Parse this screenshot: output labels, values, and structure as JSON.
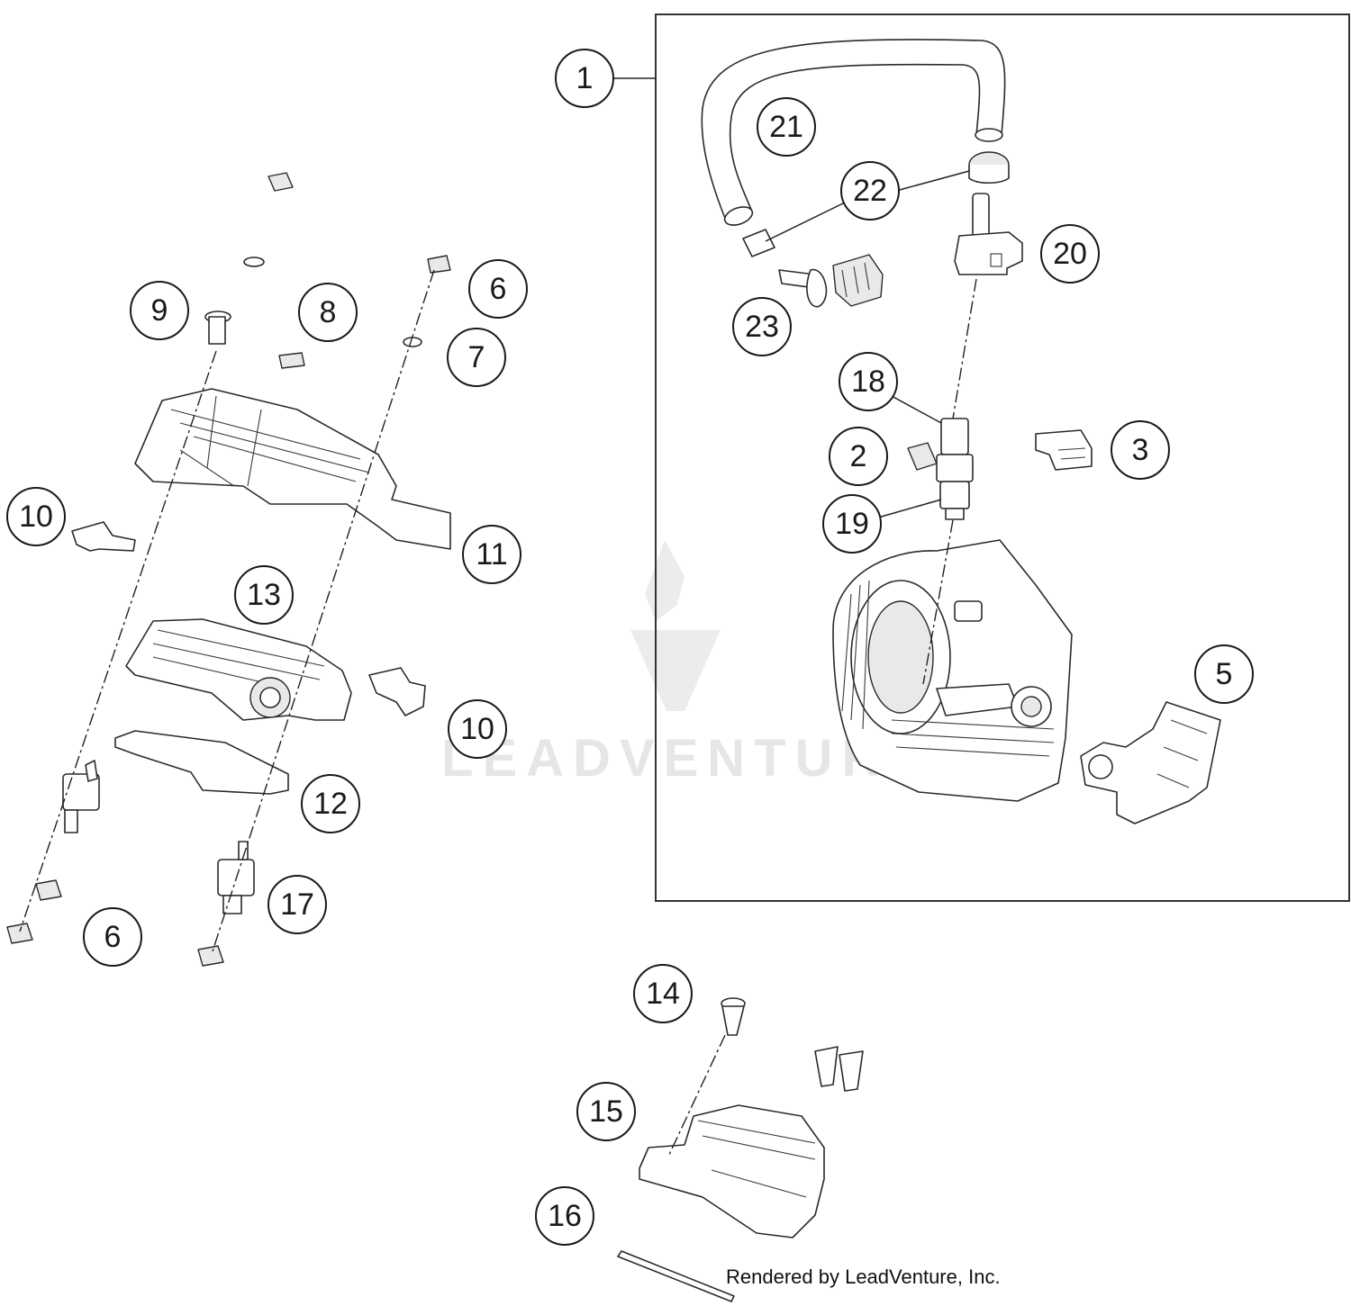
{
  "diagram": {
    "callouts": [
      {
        "id": "c1",
        "label": "1"
      },
      {
        "id": "c21",
        "label": "21"
      },
      {
        "id": "c22",
        "label": "22"
      },
      {
        "id": "c20",
        "label": "20"
      },
      {
        "id": "c23",
        "label": "23"
      },
      {
        "id": "c18",
        "label": "18"
      },
      {
        "id": "c2",
        "label": "2"
      },
      {
        "id": "c3",
        "label": "3"
      },
      {
        "id": "c19",
        "label": "19"
      },
      {
        "id": "c5",
        "label": "5"
      },
      {
        "id": "c9",
        "label": "9"
      },
      {
        "id": "c8",
        "label": "8"
      },
      {
        "id": "c6a",
        "label": "6"
      },
      {
        "id": "c7",
        "label": "7"
      },
      {
        "id": "c10a",
        "label": "10"
      },
      {
        "id": "c11",
        "label": "11"
      },
      {
        "id": "c13",
        "label": "13"
      },
      {
        "id": "c10b",
        "label": "10"
      },
      {
        "id": "c12",
        "label": "12"
      },
      {
        "id": "c17",
        "label": "17"
      },
      {
        "id": "c6b",
        "label": "6"
      },
      {
        "id": "c14",
        "label": "14"
      },
      {
        "id": "c15",
        "label": "15"
      },
      {
        "id": "c16",
        "label": "16"
      }
    ],
    "watermark": "LEADVENTURE",
    "credit": "Rendered by LeadVenture, Inc."
  }
}
